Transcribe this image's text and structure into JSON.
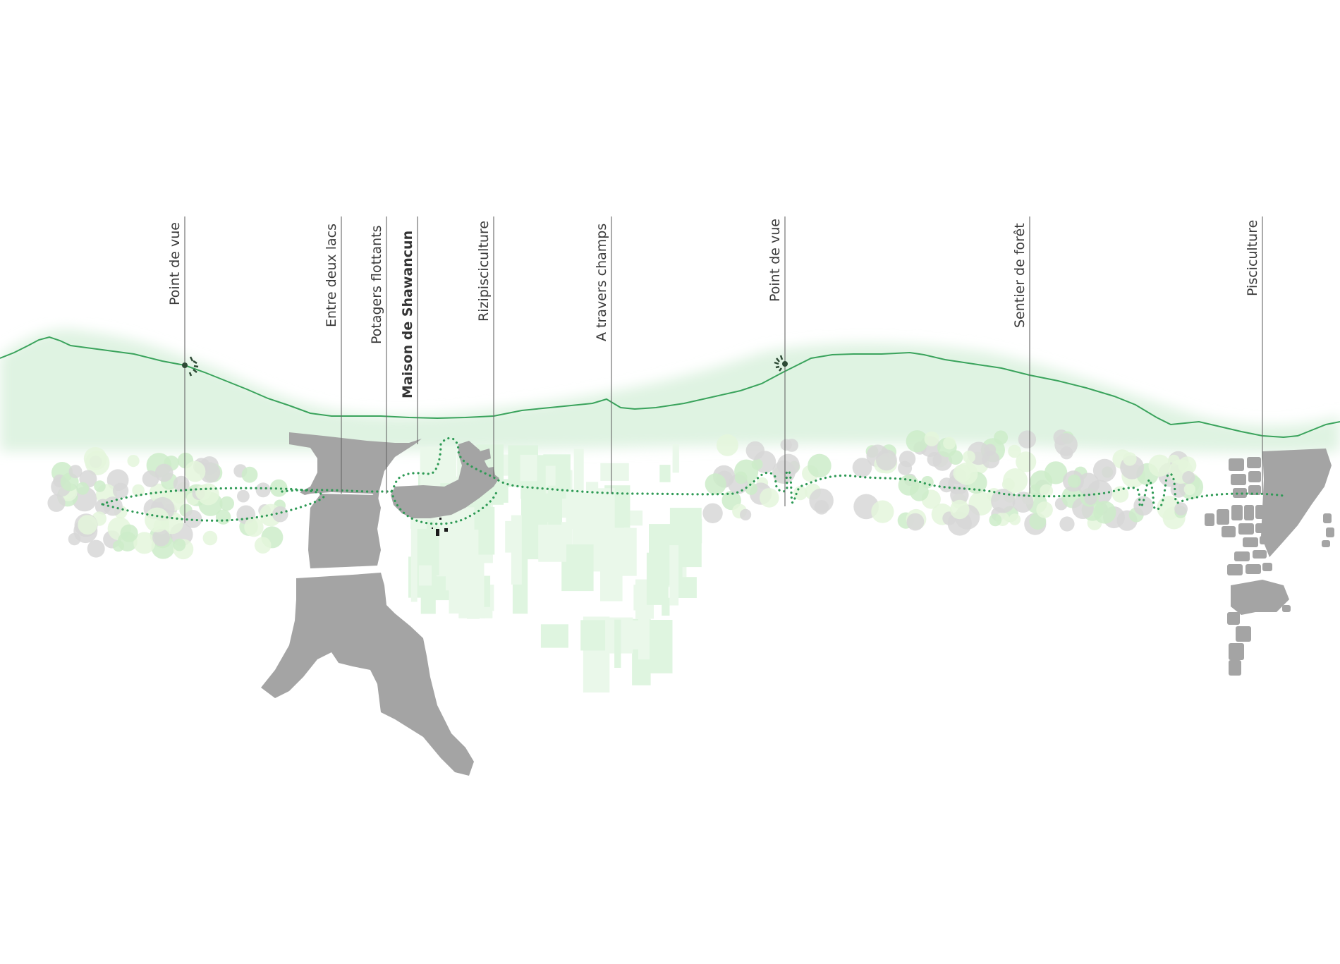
{
  "route_points": [
    {
      "label": "Point de vue",
      "bold": false,
      "viewpoint": true
    },
    {
      "label": "Entre deux lacs",
      "bold": false,
      "viewpoint": false
    },
    {
      "label": "Potagers flottants",
      "bold": false,
      "viewpoint": false
    },
    {
      "label": "Maison de Shawancun",
      "bold": true,
      "viewpoint": false
    },
    {
      "label": "Rizipisciculture",
      "bold": false,
      "viewpoint": false
    },
    {
      "label": "A travers champs",
      "bold": false,
      "viewpoint": false
    },
    {
      "label": "Point de vue",
      "bold": false,
      "viewpoint": true
    },
    {
      "label": "Sentier de forêt",
      "bold": false,
      "viewpoint": false
    },
    {
      "label": "Pisciculture",
      "bold": false,
      "viewpoint": false
    }
  ],
  "colors": {
    "profile_line": "#3aa35c",
    "profile_band": "#dff3e2",
    "trail": "#2e9a55",
    "water": "#a4a4a4",
    "fields": "#dff5e0",
    "trees": "#cfeccd",
    "guide_line": "#666666"
  },
  "icons": [
    "viewpoint-icon",
    "house-icon"
  ]
}
